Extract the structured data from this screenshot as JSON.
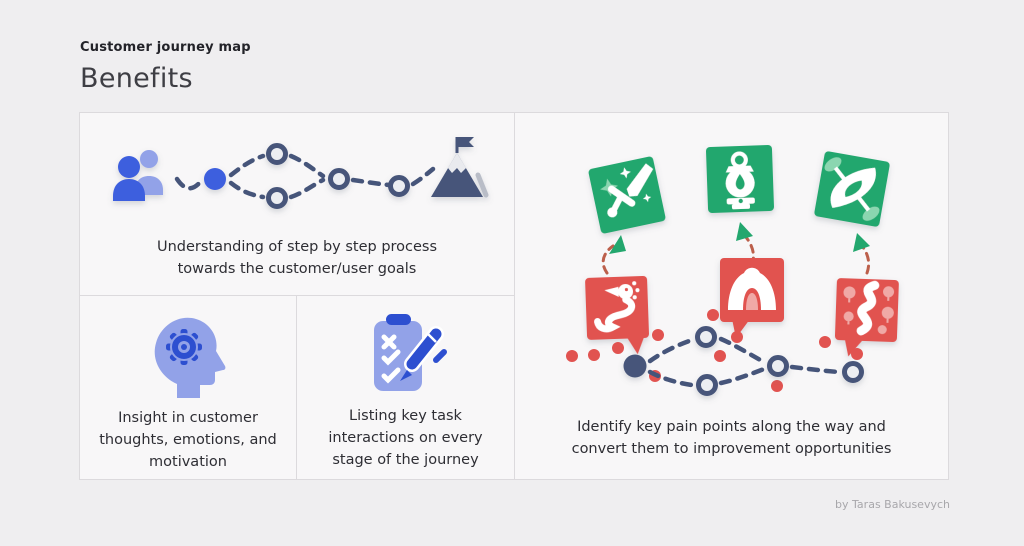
{
  "header": {
    "eyebrow": "Customer journey map",
    "title": "Benefits"
  },
  "panels": {
    "journey": {
      "lines": [
        "Understanding of step by step process",
        "towards the customer/user goals"
      ],
      "icons": [
        "users-icon",
        "journey-start-dot",
        "journey-step-circles",
        "mountain-flag-goal-icon"
      ]
    },
    "insight": {
      "lines": [
        "Insight in customer",
        "thoughts, emotions, and",
        "motivation"
      ],
      "icons": [
        "head-gear-icon"
      ]
    },
    "tasks": {
      "lines": [
        "Listing key task",
        "interactions on every",
        "stage of the journey"
      ],
      "icons": [
        "clipboard-checklist-pen-icon"
      ]
    },
    "painpoints": {
      "lines": [
        "Identify key pain points along the way and",
        "convert them to improvement opportunities"
      ],
      "icons": [
        "sword-sparkle-badge-icon",
        "lantern-badge-icon",
        "kayak-badge-icon",
        "dragon-marker-icon",
        "cave-marker-icon",
        "forest-trail-marker-icon",
        "journey-path-with-pain-dots"
      ]
    }
  },
  "attribution": "by Taras Bakusevych",
  "colors": {
    "bg": "#efeef0",
    "box-bg": "#f8f7f8",
    "line": "#dcdadd",
    "ink": "#232329",
    "blue": "#3d5ede",
    "periwinkle": "#92a2e8",
    "blue-deep": "#2d4fd0",
    "slate": "#46557a",
    "slate-light": "#b9bdc7",
    "green": "#23a76e",
    "green-pale": "#8bd6b0",
    "red": "#e15350",
    "red-pale": "#f0a9a6",
    "ring-fill": "#eceef2"
  }
}
